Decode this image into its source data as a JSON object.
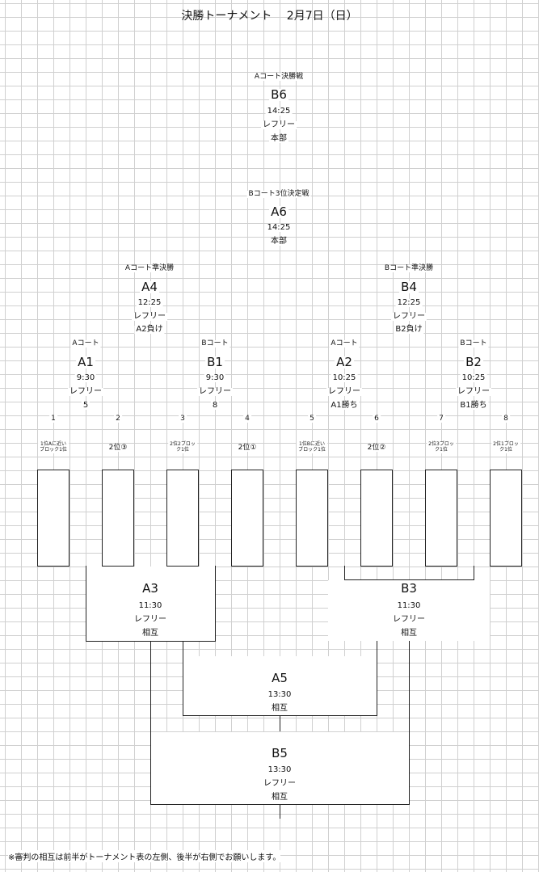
{
  "title": "決勝トーナメント　 2月7日（日）",
  "footnote": "※審判の相互は前半がトーナメント表の左側、後半が右側でお願いします。",
  "matches": {
    "b6": {
      "court": "Aコート決勝戦",
      "id": "B6",
      "time": "14:25",
      "role": "レフリー",
      "ref": "本部"
    },
    "a6": {
      "court": "Bコート3位決定戦",
      "id": "A6",
      "time": "14:25",
      "ref": "本部"
    },
    "a4": {
      "court": "Aコート準決勝",
      "id": "A4",
      "time": "12:25",
      "role": "レフリー",
      "ref": "A2負け"
    },
    "b4": {
      "court": "Bコート準決勝",
      "id": "B4",
      "time": "12:25",
      "role": "レフリー",
      "ref": "B2負け"
    },
    "a1": {
      "court": "Aコート",
      "id": "A1",
      "time": "9:30",
      "role": "レフリー",
      "ref": "5"
    },
    "b1": {
      "court": "Bコート",
      "id": "B1",
      "time": "9:30",
      "role": "レフリー",
      "ref": "8"
    },
    "a2": {
      "court": "Aコート",
      "id": "A2",
      "time": "10:25",
      "role": "レフリー",
      "ref": "A1勝ち"
    },
    "b2": {
      "court": "Bコート",
      "id": "B2",
      "time": "10:25",
      "role": "レフリー",
      "ref": "B1勝ち"
    },
    "a3": {
      "id": "A3",
      "time": "11:30",
      "role": "レフリー",
      "ref": "相互"
    },
    "b3": {
      "id": "B3",
      "time": "11:30",
      "role": "レフリー",
      "ref": "相互"
    },
    "a5": {
      "id": "A5",
      "time": "13:30",
      "ref": "相互"
    },
    "b5": {
      "id": "B5",
      "time": "13:30",
      "role": "レフリー",
      "ref": "相互"
    }
  },
  "slots": [
    {
      "num": "1",
      "label": "1位Aに近い\nブロック1位"
    },
    {
      "num": "2",
      "label": "2位③"
    },
    {
      "num": "3",
      "label": "2位2ブロッ\nク1位"
    },
    {
      "num": "4",
      "label": "2位①"
    },
    {
      "num": "5",
      "label": "1位Bに近い\nブロック1位"
    },
    {
      "num": "6",
      "label": "2位②"
    },
    {
      "num": "7",
      "label": "2位3ブロッ\nク1位"
    },
    {
      "num": "8",
      "label": "2位1ブロッ\nク1位"
    }
  ]
}
